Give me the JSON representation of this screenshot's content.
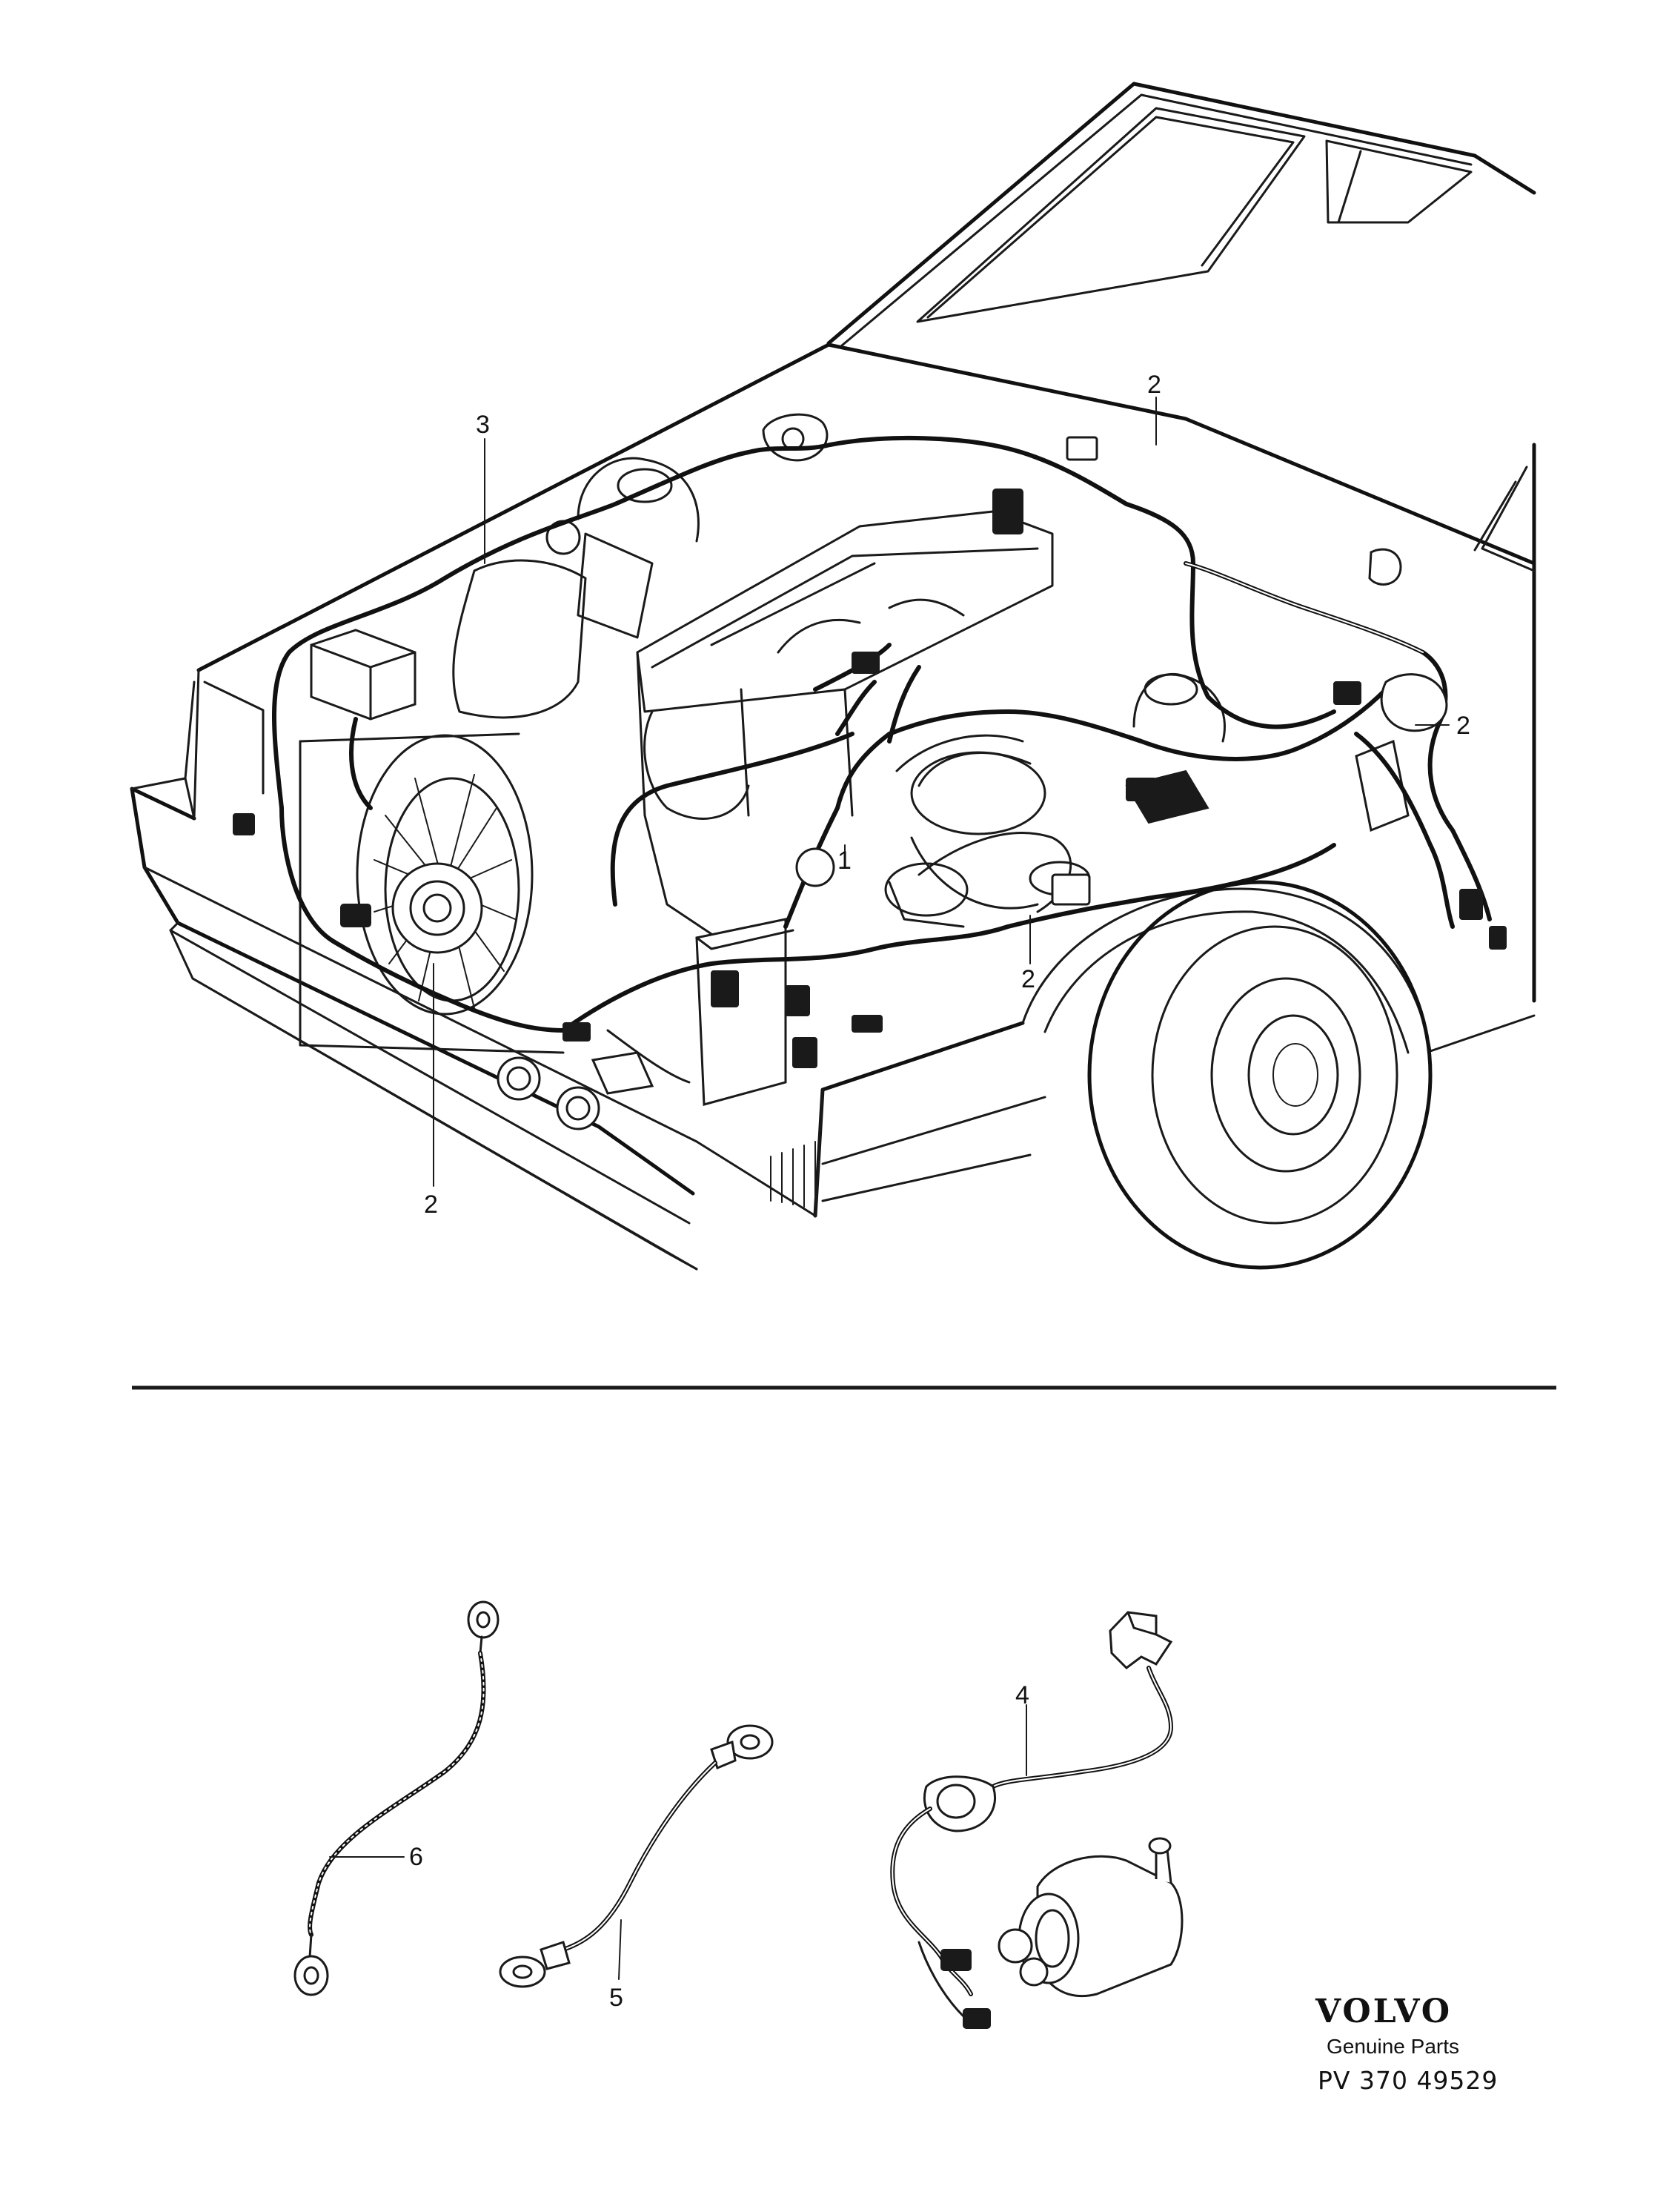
{
  "callouts": {
    "top_harness_main": "2",
    "top_harness_left": "3",
    "top_harness_right": "2",
    "top_harness_center": "1",
    "top_harness_wheel": "2",
    "top_harness_bottom": "2",
    "ground_strap_braided": "6",
    "ground_cable": "5",
    "pump_cable": "4"
  },
  "brand": {
    "logo": "VOLVO",
    "subtitle": "Genuine Parts",
    "code": "PV 370 49529"
  },
  "colors": {
    "ink": "#1a1a1a",
    "background": "#ffffff"
  }
}
